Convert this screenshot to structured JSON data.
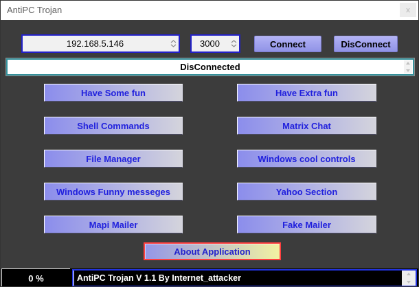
{
  "window": {
    "title": "AntiPC Trojan",
    "close": "x"
  },
  "connection": {
    "ip": "192.168.5.146",
    "port": "3000",
    "connect": "Connect",
    "disconnect": "DisConnect",
    "status": "DisConnected"
  },
  "buttons": [
    "Have Some fun",
    "Have Extra fun",
    "Shell Commands",
    "Matrix Chat",
    "File Manager",
    "Windows cool controls",
    "Windows Funny messeges",
    "Yahoo Section",
    "Mapi Mailer",
    "Fake Mailer"
  ],
  "about": "About Application",
  "statusbar": {
    "percent": "0 %",
    "info": "AntiPC Trojan V 1.1 By Internet_attacker"
  },
  "colors": {
    "client_background": "#3c3c3c",
    "feature_gradient_start": "#8b8dec",
    "feature_gradient_end": "#d4d4dc",
    "feature_text": "#2121dd",
    "solid_button": "#9c9cee",
    "status_inner_border": "#35919b",
    "input_border": "#2220c8",
    "about_border": "#ff4040",
    "about_gradient_end": "#f2f2a2",
    "info_border": "#2233dd"
  }
}
